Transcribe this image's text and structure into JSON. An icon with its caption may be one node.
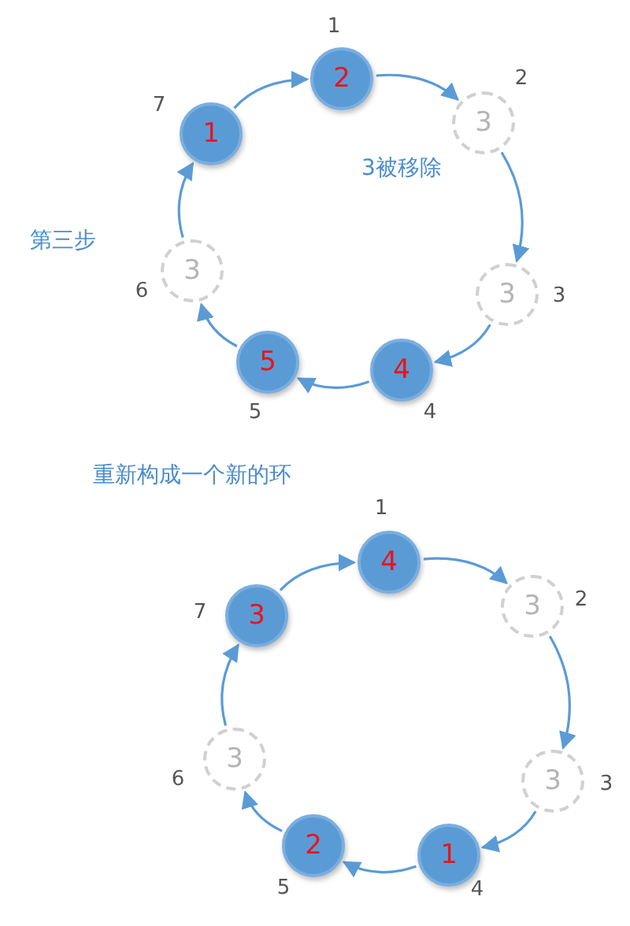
{
  "diagram": {
    "nodes": [
      {
        "text": [
          "2"
        ],
        "beside": [
          "1"
        ]
      },
      {
        "text": [
          "3"
        ],
        "beside": [
          "2"
        ]
      },
      {
        "text": [
          "3"
        ],
        "beside": [
          "3"
        ]
      },
      {
        "text": [
          "4"
        ],
        "beside": [
          "4"
        ]
      },
      {
        "text": [
          "5"
        ],
        "beside": [
          "5"
        ]
      },
      {
        "text": [
          "3"
        ],
        "beside": [
          "6"
        ]
      },
      {
        "text": [
          "1"
        ],
        "beside": [
          "7"
        ]
      },
      {
        "text": [
          "4"
        ],
        "beside": [
          "1"
        ]
      },
      {
        "text": [
          "3"
        ],
        "beside": [
          "2"
        ]
      },
      {
        "text": [
          "3"
        ],
        "beside": [
          "3"
        ]
      },
      {
        "text": [
          "1"
        ],
        "beside": [
          "4"
        ]
      },
      {
        "text": [
          "2"
        ],
        "beside": [
          "5"
        ]
      },
      {
        "text": [
          "3"
        ],
        "beside": [
          "6"
        ]
      },
      {
        "text": [
          "3"
        ],
        "beside": [
          "7"
        ]
      }
    ],
    "edges": [
      {
        "from": 6,
        "to": 0,
        "arrow": "to"
      },
      {
        "from": 0,
        "to": 1,
        "arrow": "to"
      },
      {
        "from": 1,
        "to": 2,
        "arrow": "to"
      },
      {
        "from": 2,
        "to": 3,
        "arrow": "to"
      },
      {
        "from": 3,
        "to": 4,
        "arrow": "to"
      },
      {
        "from": 4,
        "to": 5,
        "arrow": "to"
      },
      {
        "from": 5,
        "to": 6,
        "arrow": "to"
      },
      {
        "from": 13,
        "to": 7,
        "arrow": "to"
      },
      {
        "from": 7,
        "to": 8,
        "arrow": "to"
      },
      {
        "from": 8,
        "to": 9,
        "arrow": "to"
      },
      {
        "from": 9,
        "to": 10,
        "arrow": "to"
      },
      {
        "from": 10,
        "to": 11,
        "arrow": "to"
      },
      {
        "from": 11,
        "to": 12,
        "arrow": "to"
      },
      {
        "from": 12,
        "to": 13,
        "arrow": "to"
      }
    ],
    "labels": [
      "3被移除",
      "第三步",
      "重新构成一个新的环"
    ]
  }
}
